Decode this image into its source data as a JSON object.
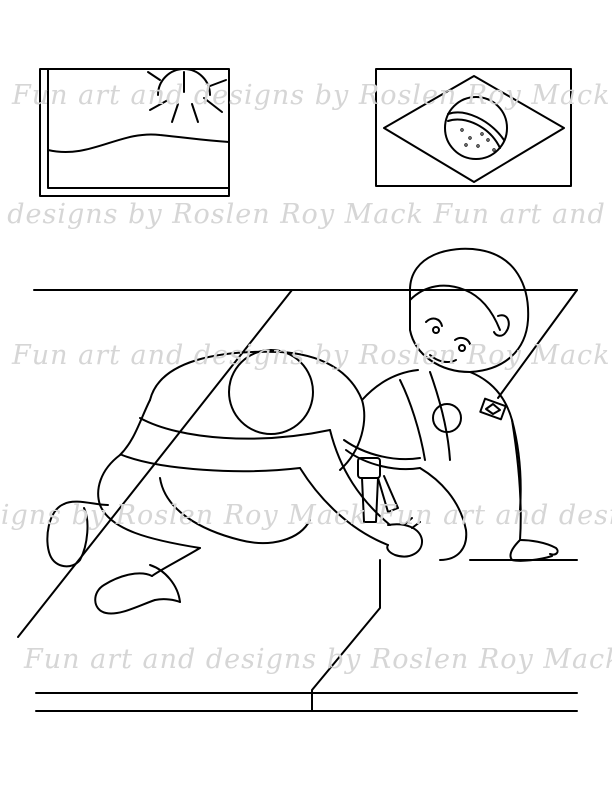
{
  "watermark": {
    "line_1": "Fun art and designs by Roslen Roy Mack",
    "line_2": "l designs by Roslen Roy Mack  Fun art and d",
    "line_3": "Fun art and designs by Roslen Roy Mack",
    "line_4": "signs by Roslen Roy Mack  Fun art and desig",
    "line_5": "Fun art and designs by Roslen Roy Mack"
  },
  "icons": {
    "left_poster": "sunset-landscape-poster-icon",
    "right_poster": "brazil-flag-icon",
    "scene": "jiu-jitsu-grappling-kids-illustration",
    "back_patch": "round-back-patch-icon",
    "sleeve_patch": "flag-sleeve-patch-icon"
  },
  "colors": {
    "line": "#000000",
    "watermark": "#d6d6d6",
    "background": "#ffffff"
  }
}
